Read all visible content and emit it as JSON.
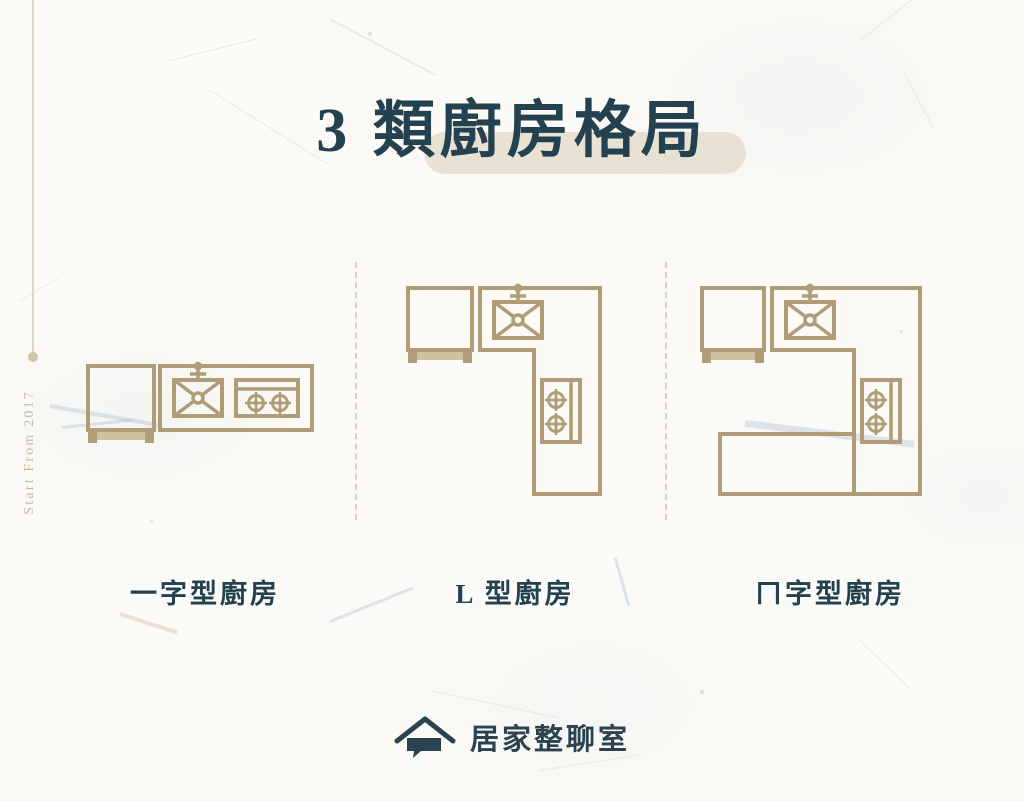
{
  "page": {
    "background_color": "#fbfaf6",
    "accent_line_color": "#b09d77",
    "title_color": "#24414f",
    "highlight_color": "#e7e2d3",
    "rail_color": "#c6bba2"
  },
  "title": {
    "text": "3 類廚房格局"
  },
  "side_rail": {
    "text": "Start From 2017"
  },
  "panels": [
    {
      "id": "linear-kitchen",
      "label": "一字型廚房",
      "layout_type": "single-wall",
      "appliances": [
        "refrigerator",
        "sink",
        "stove"
      ]
    },
    {
      "id": "l-shaped-kitchen",
      "label": "L 型廚房",
      "layout_type": "l-shape",
      "appliances": [
        "refrigerator",
        "sink",
        "stove"
      ]
    },
    {
      "id": "u-shaped-kitchen",
      "label": "ㄇ字型廚房",
      "layout_type": "u-shape",
      "appliances": [
        "refrigerator",
        "sink",
        "stove"
      ]
    }
  ],
  "footer": {
    "brand_name": "居家整聊室",
    "logo_icon": "house-chat-icon"
  }
}
